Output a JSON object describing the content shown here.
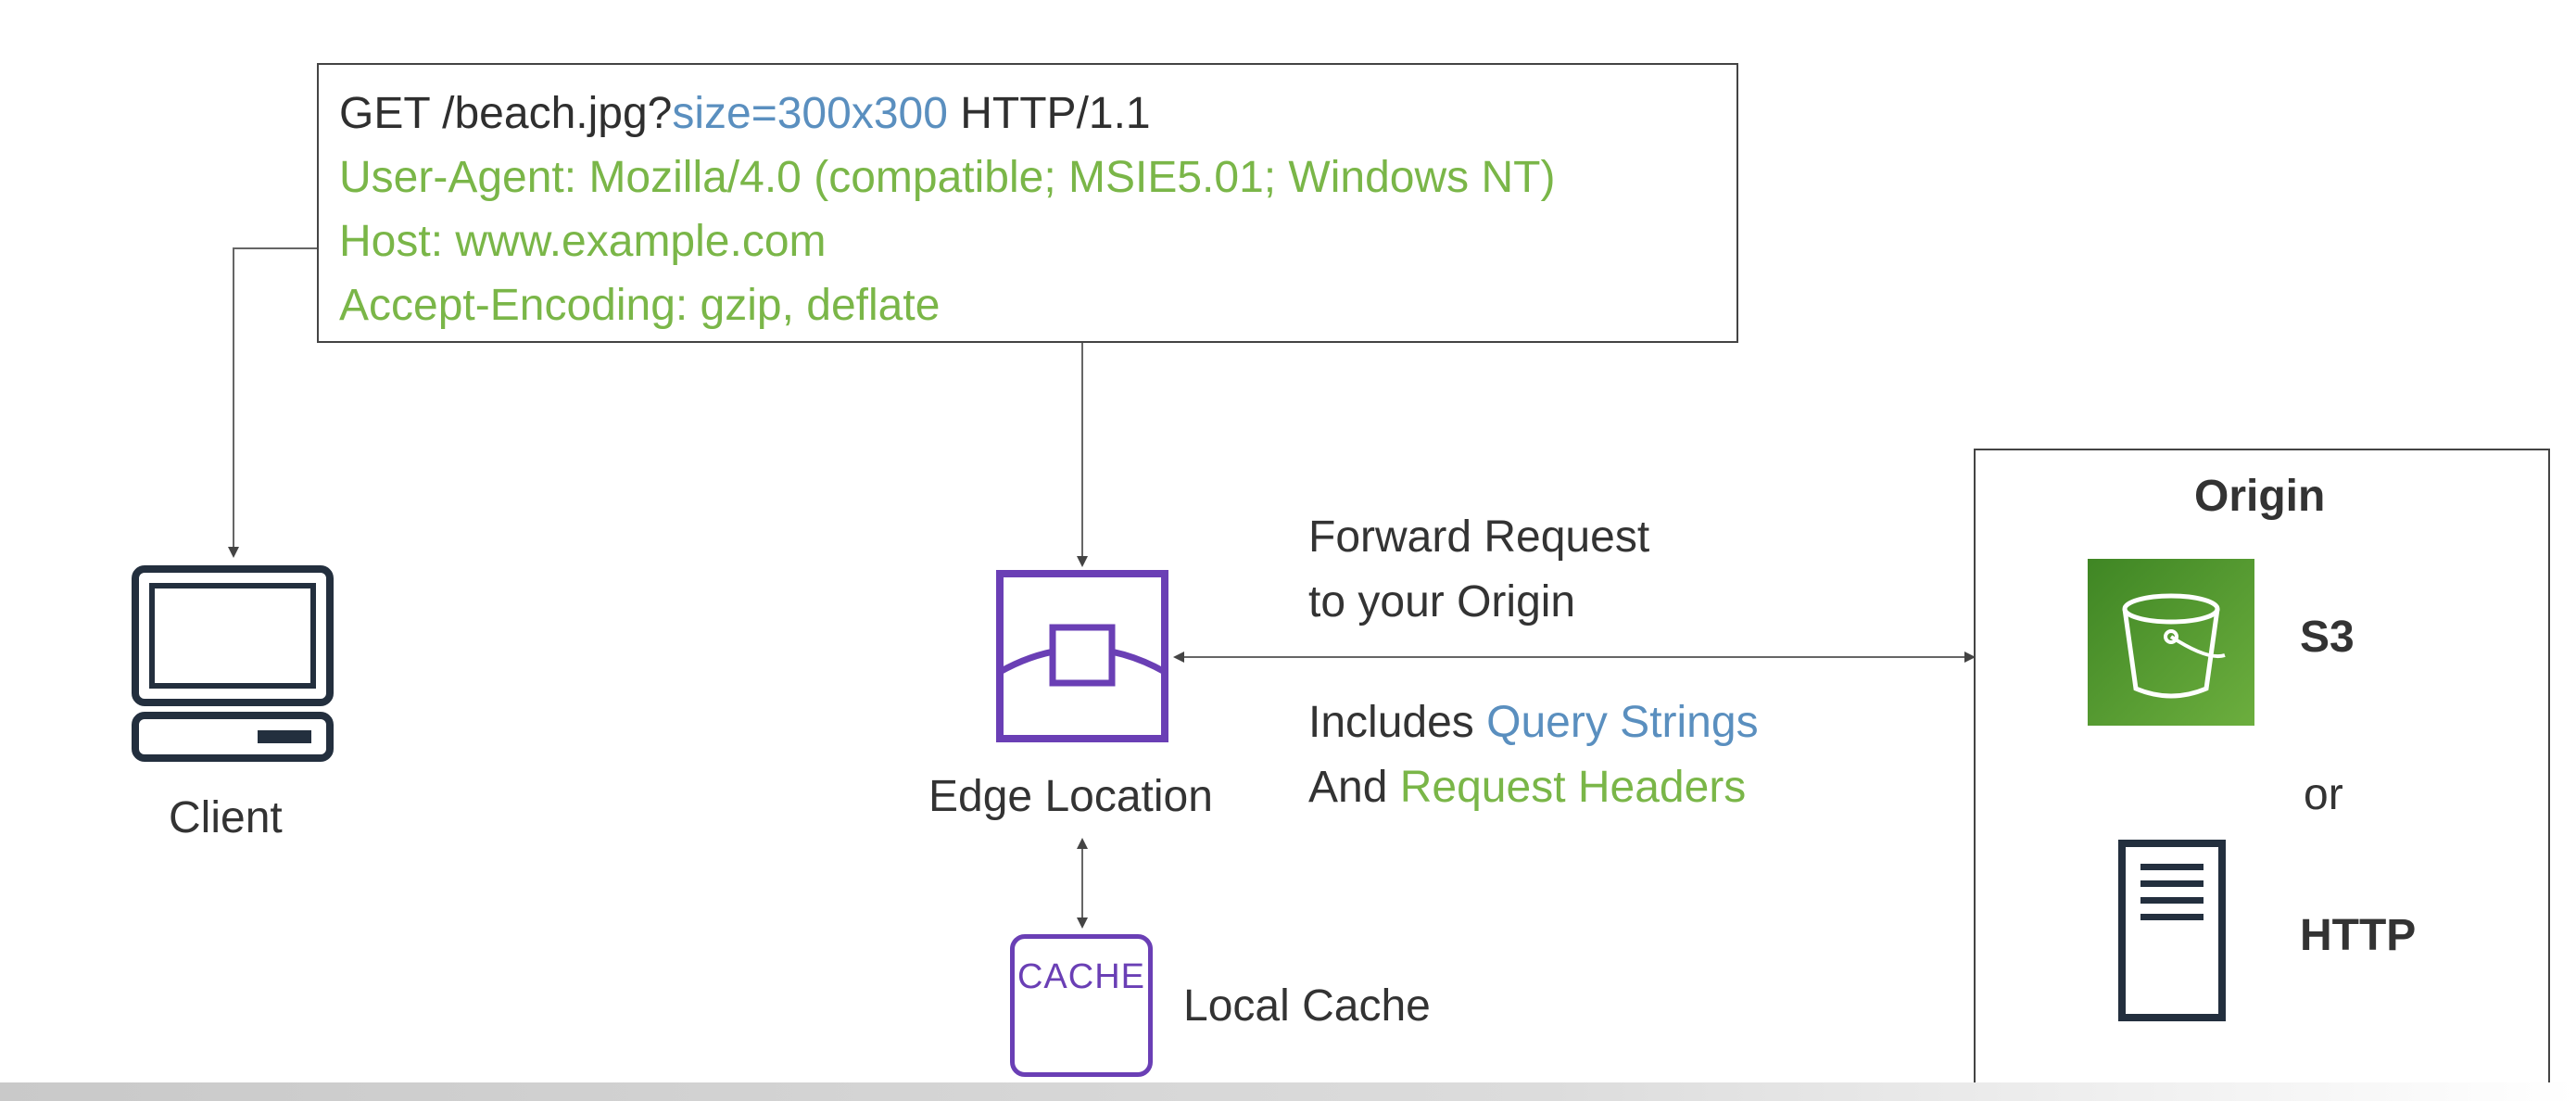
{
  "request": {
    "line1_method": "GET /beach.jpg?",
    "line1_query": "size=300x300",
    "line1_version": " HTTP/1.1",
    "user_agent": "User-Agent: Mozilla/4.0 (compatible; MSIE5.01; Windows NT)",
    "host": "Host: www.example.com",
    "accept_encoding": "Accept-Encoding: gzip, deflate"
  },
  "client": {
    "label": "Client"
  },
  "edge": {
    "label": "Edge Location"
  },
  "cache": {
    "icon_text": "CACHE",
    "label": "Local Cache"
  },
  "forward": {
    "line1": "Forward Request",
    "line2": "to your Origin",
    "includes_prefix": "Includes ",
    "includes_highlight": "Query Strings",
    "and_prefix": "And ",
    "and_highlight": "Request Headers"
  },
  "origin": {
    "title": "Origin",
    "s3_label": "S3",
    "or_label": "or",
    "http_label": "HTTP"
  },
  "colors": {
    "blue": "#5a8fbf",
    "green": "#7ab648",
    "purple": "#6a3fb5",
    "s3_green": "#3f8624"
  },
  "icons": [
    "computer-icon",
    "edge-location-icon",
    "cache-icon",
    "s3-bucket-icon",
    "server-icon"
  ]
}
